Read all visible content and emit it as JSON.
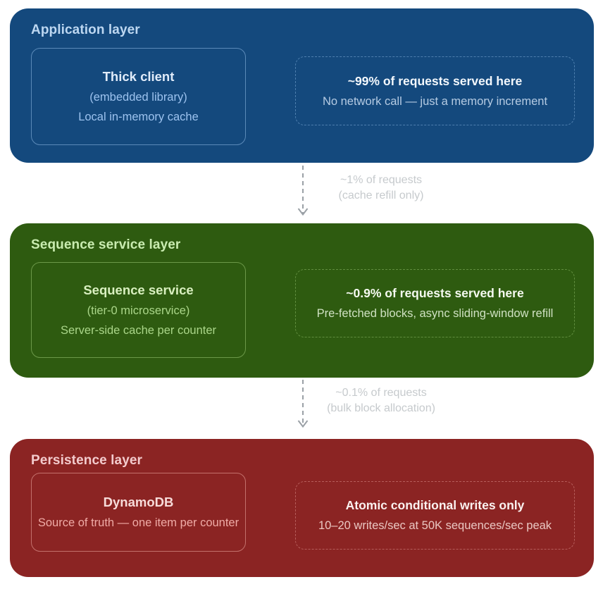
{
  "page": {
    "background_color": "#ffffff",
    "arrow_color": "#9aa0a6",
    "arrow_label_color": "#c6cacd"
  },
  "layers": [
    {
      "name": "Application layer",
      "bg_color": "#14497d",
      "node": {
        "title": "Thick client",
        "lines": [
          "(embedded library)",
          "Local in-memory cache"
        ]
      },
      "note": {
        "title": "~99% of requests served here",
        "subtitle": "No network call — just a memory increment"
      }
    },
    {
      "name": "Sequence service layer",
      "bg_color": "#2e5b10",
      "node": {
        "title": "Sequence service",
        "lines": [
          "(tier-0 microservice)",
          "Server-side cache per counter"
        ]
      },
      "note": {
        "title": "~0.9% of requests served here",
        "subtitle": "Pre-fetched blocks, async sliding-window refill"
      }
    },
    {
      "name": "Persistence layer",
      "bg_color": "#8b2423",
      "node": {
        "title": "DynamoDB",
        "lines": [
          "Source of truth — one item per counter"
        ]
      },
      "note": {
        "title": "Atomic conditional writes only",
        "subtitle": "10–20 writes/sec at 50K sequences/sec peak"
      }
    }
  ],
  "arrows": [
    {
      "lines": [
        "~1% of requests",
        "(cache refill only)"
      ]
    },
    {
      "lines": [
        "~0.1% of requests",
        "(bulk block allocation)"
      ]
    }
  ]
}
